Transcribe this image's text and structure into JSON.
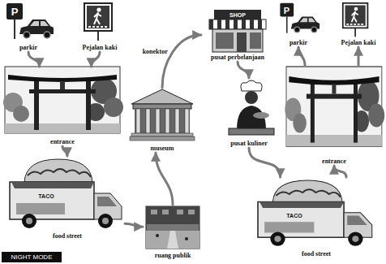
{
  "diagram": {
    "nodes": [
      {
        "text": [
          "parkir"
        ]
      },
      {
        "text": [
          "Pejalan kaki"
        ]
      },
      {
        "text": [
          "entrance"
        ]
      },
      {
        "text": [
          "food street"
        ]
      },
      {
        "text": [
          "museum"
        ]
      },
      {
        "text": [
          "ruang publik"
        ]
      },
      {
        "text": [
          "pusat perbelanjaan"
        ]
      },
      {
        "text": [
          "pusat kuliner"
        ]
      },
      {
        "text": [
          "parkir"
        ]
      },
      {
        "text": [
          "Pejalan kaki"
        ]
      },
      {
        "text": [
          "entrance"
        ]
      },
      {
        "text": [
          "food street"
        ]
      },
      {
        "text": [
          "NIGHT MODE"
        ]
      }
    ],
    "edges": [
      {
        "from": 0,
        "to": 2,
        "arrow": "to"
      },
      {
        "from": 1,
        "to": 2,
        "arrow": "to"
      },
      {
        "from": 2,
        "to": 3,
        "arrow": "to"
      },
      {
        "from": 3,
        "to": 5,
        "arrow": "to"
      },
      {
        "from": 5,
        "to": 4,
        "arrow": "to"
      },
      {
        "from": 4,
        "to": 6,
        "label": "konektor",
        "arrow": "to"
      },
      {
        "from": 6,
        "to": 7,
        "arrow": "to"
      },
      {
        "from": 7,
        "to": 11,
        "arrow": "to"
      },
      {
        "from": 11,
        "to": 10,
        "arrow": "to"
      },
      {
        "from": 10,
        "to": 8,
        "arrow": "to"
      },
      {
        "from": 10,
        "to": 9,
        "arrow": "to"
      }
    ],
    "labels": [
      "P",
      "P",
      "SHOP",
      "TACO",
      "TACO"
    ]
  }
}
